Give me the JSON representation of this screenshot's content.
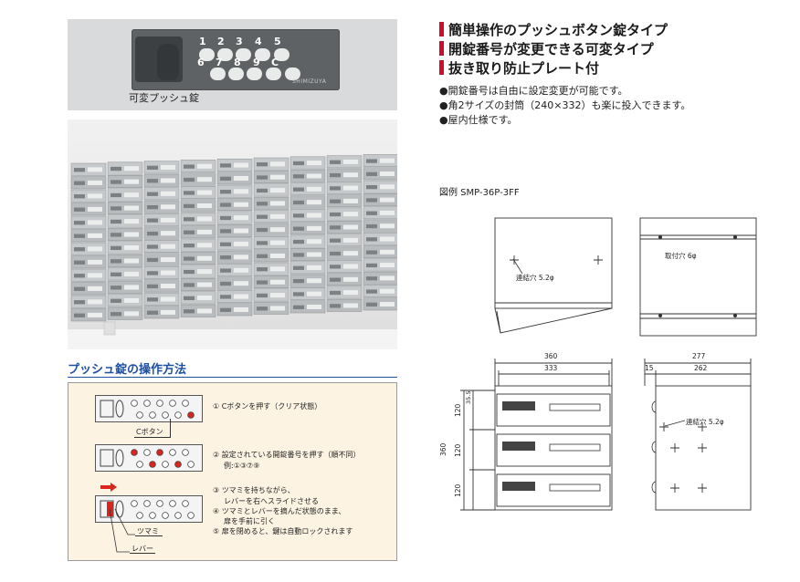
{
  "photo": {
    "caption": "可変プッシュ錠",
    "brand": "SHIMIZUYA",
    "keys_top": [
      "1",
      "2",
      "3",
      "4",
      "5"
    ],
    "keys_bottom": [
      "6",
      "7",
      "8",
      "9",
      "C"
    ]
  },
  "operation": {
    "title": "プッシュ錠の操作方法",
    "step1": "① Cボタンを押す（クリア状態）",
    "step1_callout": "Cボタン",
    "step2_line1": "② 設定されている開錠番号を押す（順不同）",
    "step2_line2": "例:①③⑦⑨",
    "step3_line1": "③ ツマミを持ちながら、",
    "step3_line2": "レバーを右へスライドさせる",
    "step4_line1": "④ ツマミとレバーを摘んだ状態のまま、",
    "step4_line2": "扉を手前に引く",
    "step5": "⑤ 扉を閉めると、鍵は自動ロックされます",
    "knob_label": "ツマミ",
    "lever_label": "レバー"
  },
  "features": {
    "headlines": [
      "簡単操作のプッシュボタン錠タイプ",
      "開錠番号が変更できる可変タイプ",
      "抜き取り防止プレート付"
    ],
    "bullets": [
      "●開錠番号は自由に設定変更が可能です。",
      "●角2サイズの封筒（240×332）も楽に投入できます。",
      "●屋内仕様です。"
    ]
  },
  "figure": {
    "label": "図例 SMP-36P-3FF",
    "hole_connect": "連結穴 5.2φ",
    "hole_mount": "取付穴 6φ",
    "dim_360_w": "360",
    "dim_333": "333",
    "dim_277": "277",
    "dim_15": "15",
    "dim_262": "262",
    "dim_360_h": "360",
    "dim_120a": "120",
    "dim_120b": "120",
    "dim_120c": "120",
    "dim_35": "35.5"
  },
  "colors": {
    "accent_red": "#c8102e",
    "title_blue": "#1d4fa3",
    "op_box_bg": "#fdf3e3",
    "lock_plate": "#5e6264"
  }
}
